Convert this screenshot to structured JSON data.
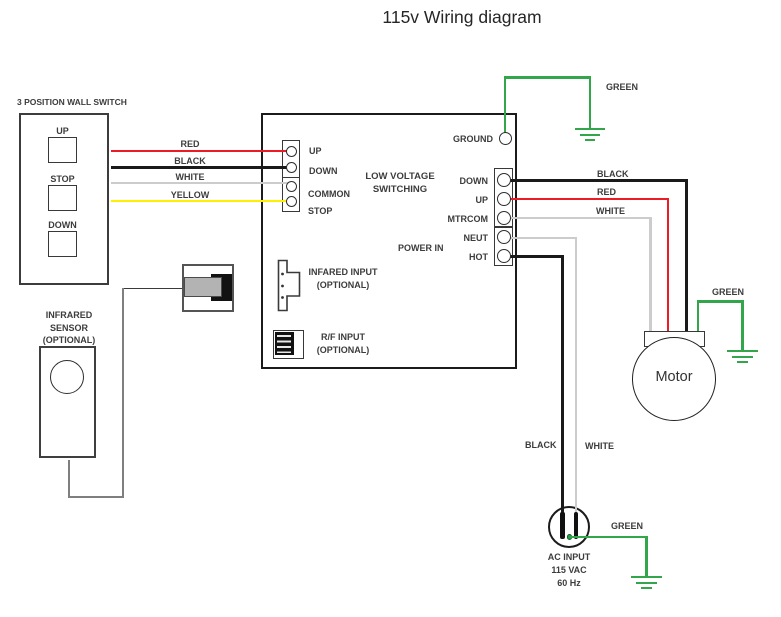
{
  "title": "115v Wiring diagram",
  "colors": {
    "red_wire": "#ed1c24",
    "black_wire": "#1a1a1a",
    "white_wire": "#cccccc",
    "yellow_wire": "#ffef00",
    "green_wire": "#33a64c",
    "gray_wire": "#7f7f7f"
  },
  "wall_switch": {
    "title": "3 POSITION WALL SWITCH",
    "buttons": [
      "UP",
      "STOP",
      "DOWN"
    ]
  },
  "switch_wires": [
    "RED",
    "BLACK",
    "WHITE",
    "YELLOW"
  ],
  "infrared_sensor": {
    "lines": [
      "INFRARED",
      "SENSOR",
      "(OPTIONAL)"
    ]
  },
  "control_box": {
    "left_terminals": [
      "UP",
      "DOWN",
      "COMMON",
      "STOP"
    ],
    "center_label": [
      "LOW VOLTAGE",
      "SWITCHING"
    ],
    "ground_label": "GROUND",
    "right_terminals": [
      "DOWN",
      "UP",
      "MTRCOM",
      "NEUT",
      "HOT"
    ],
    "power_in_label": "POWER IN",
    "infrared_input": [
      "INFARED INPUT",
      "(OPTIONAL)"
    ],
    "rf_input": [
      "R/F INPUT",
      "(OPTIONAL)"
    ]
  },
  "motor_wires": [
    "BLACK",
    "RED",
    "WHITE"
  ],
  "motor": {
    "label": "Motor"
  },
  "ac_wires": {
    "black": "BLACK",
    "white": "WHITE"
  },
  "ac_input": {
    "lines": [
      "AC INPUT",
      "115 VAC",
      "60 Hz"
    ]
  },
  "green_labels": {
    "ground": "GREEN",
    "motor": "GREEN",
    "ac": "GREEN"
  }
}
